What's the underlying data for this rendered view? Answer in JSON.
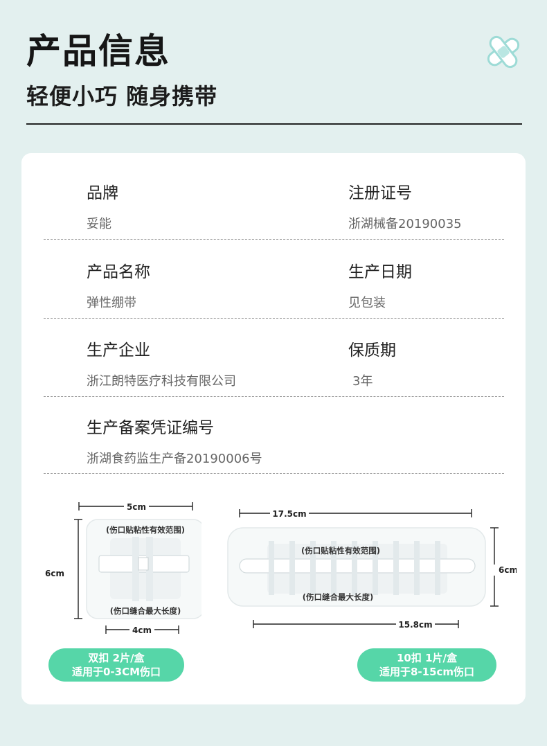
{
  "header": {
    "title": "产品信息",
    "subtitle": "轻便小巧 随身携带"
  },
  "colors": {
    "background": "#e3f0ef",
    "card": "#ffffff",
    "pill": "#56d6a8",
    "icon": "#9ddbd6"
  },
  "icons": {
    "corner": "bandage-icon"
  },
  "info": {
    "brand": {
      "label": "品牌",
      "value": "妥能"
    },
    "registration": {
      "label": "注册证号",
      "value": "浙湖械备20190035"
    },
    "product_name": {
      "label": "产品名称",
      "value": "弹性绷带"
    },
    "production_date": {
      "label": "生产日期",
      "value": "见包装"
    },
    "manufacturer": {
      "label": "生产企业",
      "value": "浙江朗特医疗科技有限公司"
    },
    "shelf_life": {
      "label": "保质期",
      "value": "3年"
    },
    "filing_number": {
      "label": "生产备案凭证编号",
      "value": "浙湖食药监生产备20190006号"
    }
  },
  "products": {
    "small": {
      "width_top": "5cm",
      "height": "6cm",
      "width_bottom": "4cm",
      "caption_top": "(伤口贴粘性有效范围)",
      "caption_bottom": "(伤口缝合最大长度)",
      "pill_line1": "双扣 2片/盒",
      "pill_line2": "适用于0-3CM伤口"
    },
    "large": {
      "width_top": "17.5cm",
      "height": "6cm",
      "width_bottom": "15.8cm",
      "caption_top": "(伤口贴粘性有效范围)",
      "caption_bottom": "(伤口缝合最大长度)",
      "pill_line1": "10扣 1片/盒",
      "pill_line2": "适用于8-15cm伤口"
    }
  }
}
